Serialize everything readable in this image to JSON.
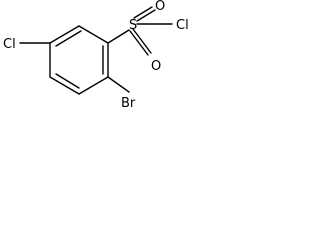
{
  "molecule": {
    "atoms": {
      "chlorine_left": "Cl",
      "sulfur": "S",
      "chlorine_right": "Cl",
      "oxygen_top": "O",
      "oxygen_bottom": "O",
      "bromine": "Br"
    }
  }
}
